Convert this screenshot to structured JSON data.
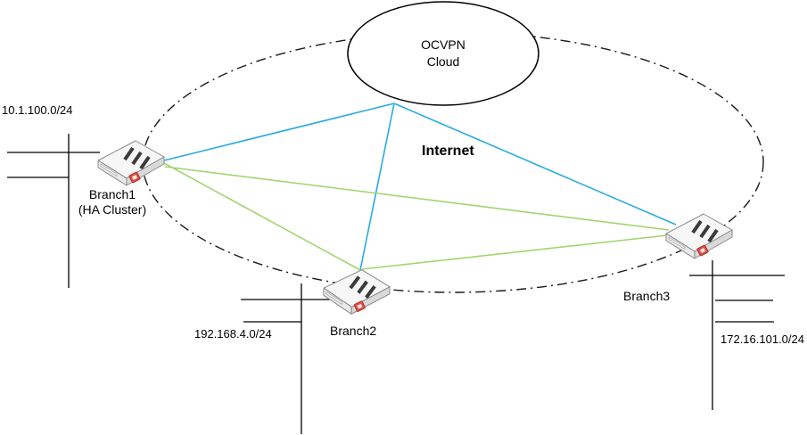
{
  "diagram": {
    "cloud": {
      "line1": "OCVPN",
      "line2": "Cloud"
    },
    "internet_label": "Internet",
    "branches": [
      {
        "name": "Branch1",
        "subtitle": "(HA Cluster)",
        "subnet": "10.1.100.0/24"
      },
      {
        "name": "Branch2",
        "subtitle": "",
        "subnet": "192.168.4.0/24"
      },
      {
        "name": "Branch3",
        "subtitle": "",
        "subnet": "172.16.101.0/24"
      }
    ],
    "colors": {
      "vpn_tunnel_link": "#29ABE2",
      "shortcut_link": "#A3D46F",
      "lan_line": "#000000",
      "internet_boundary": "#1a1a1a",
      "router_top": "#f6f6f6",
      "router_logo_red": "#e04a41"
    }
  }
}
